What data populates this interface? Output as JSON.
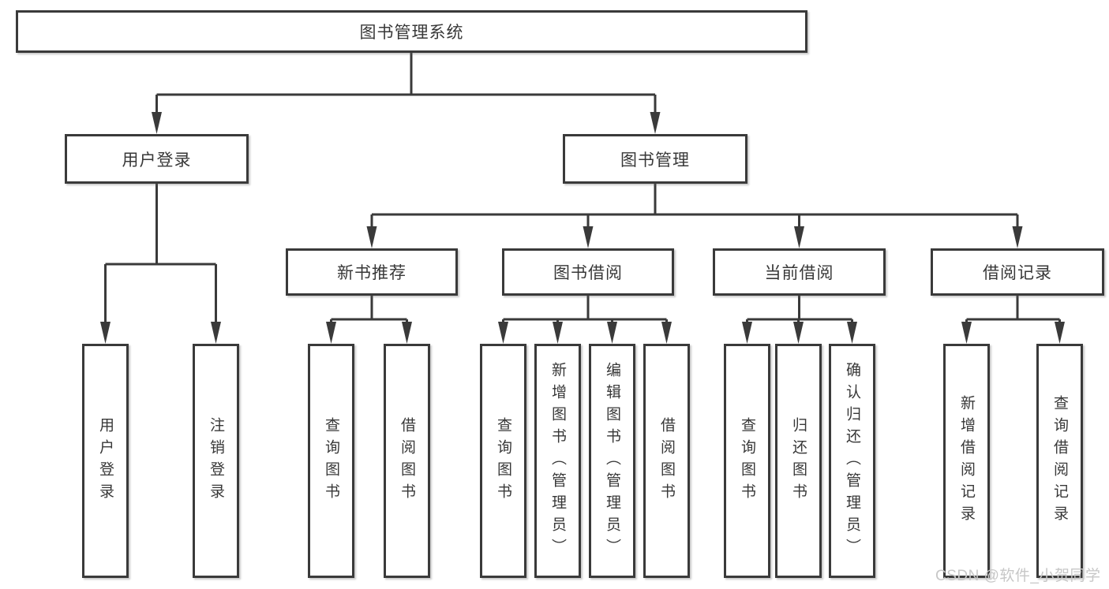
{
  "diagram": {
    "root": {
      "label": "图书管理系统"
    },
    "user_login": {
      "label": "用户登录",
      "children": [
        "用户登录",
        "注销登录"
      ]
    },
    "book_management": {
      "label": "图书管理",
      "sections": [
        {
          "label": "新书推荐",
          "children": [
            "查询图书",
            "借阅图书"
          ]
        },
        {
          "label": "图书借阅",
          "children": [
            "查询图书",
            "新增图书（管理员）",
            "编辑图书（管理员）",
            "借阅图书"
          ]
        },
        {
          "label": "当前借阅",
          "children": [
            "查询图书",
            "归还图书",
            "确认归还（管理员）"
          ]
        },
        {
          "label": "借阅记录",
          "children": [
            "新增借阅记录",
            "查询借阅记录"
          ]
        }
      ]
    }
  },
  "watermark": {
    "text": "CSDN @软件_小贺同学"
  },
  "colors": {
    "line": "#3a3a3a",
    "box_border": "#3a3a3a",
    "box_background": "#ffffff",
    "text": "#383838",
    "watermark": "#c7c7c7"
  }
}
